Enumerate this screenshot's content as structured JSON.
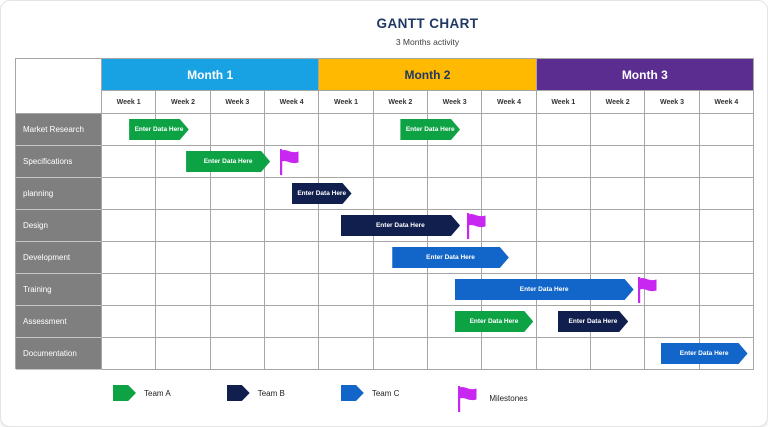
{
  "page": {
    "title": "GANTT CHART",
    "subtitle": "3 Months activity"
  },
  "colors": {
    "month1": "#18A2E3",
    "month2": "#FFB900",
    "month3": "#5C2D91",
    "milestone": "#C827F2",
    "row_label_bg": "#7F7F7F",
    "grid_line": "#A6A6A6",
    "title_text": "#1F3864",
    "team_colors": {
      "Team A": "#0DA345",
      "Team B": "#101F4E",
      "Team C": "#1266C9"
    }
  },
  "months": [
    {
      "label": "Month 1",
      "color_key": "month1",
      "text_color": "#FFFFFF"
    },
    {
      "label": "Month 2",
      "color_key": "month2",
      "text_color": "#1F3864"
    },
    {
      "label": "Month 3",
      "color_key": "month3",
      "text_color": "#FFFFFF"
    }
  ],
  "weeks_per_month": [
    "Week 1",
    "Week 2",
    "Week 3",
    "Week 4"
  ],
  "chart_data": {
    "type": "gantt",
    "time_axis": {
      "months": 3,
      "weeks_per_month": 4,
      "total_weeks": 12
    },
    "tasks": [
      "Market Research",
      "Specifications",
      "planning",
      "Design",
      "Development",
      "Training",
      "Assessment",
      "Documentation"
    ],
    "bars": [
      {
        "task": "Market Research",
        "team": "Team A",
        "label": "Enter Data Here",
        "start_week": 0.5,
        "end_week": 1.6
      },
      {
        "task": "Market Research",
        "team": "Team A",
        "label": "Enter Data Here",
        "start_week": 5.5,
        "end_week": 6.6
      },
      {
        "task": "Specifications",
        "team": "Team A",
        "label": "Enter Data Here",
        "start_week": 1.55,
        "end_week": 3.1
      },
      {
        "task": "planning",
        "team": "Team B",
        "label": "Enter Data Here",
        "start_week": 3.5,
        "end_week": 4.6
      },
      {
        "task": "Design",
        "team": "Team B",
        "label": "Enter Data Here",
        "start_week": 4.4,
        "end_week": 6.6
      },
      {
        "task": "Development",
        "team": "Team C",
        "label": "Enter Data Here",
        "start_week": 5.35,
        "end_week": 7.5
      },
      {
        "task": "Training",
        "team": "Team C",
        "label": "Enter Data Here",
        "start_week": 6.5,
        "end_week": 9.8
      },
      {
        "task": "Assessment",
        "team": "Team A",
        "label": "Enter Data Here",
        "start_week": 6.5,
        "end_week": 7.95
      },
      {
        "task": "Assessment",
        "team": "Team B",
        "label": "Enter Data Here",
        "start_week": 8.4,
        "end_week": 9.7
      },
      {
        "task": "Documentation",
        "team": "Team C",
        "label": "Enter Data Here",
        "start_week": 10.3,
        "end_week": 11.9
      }
    ],
    "milestones": [
      {
        "task": "Specifications",
        "week": 3.28
      },
      {
        "task": "Design",
        "week": 6.72
      },
      {
        "task": "Training",
        "week": 9.88
      }
    ]
  },
  "legend": [
    {
      "label": "Team A",
      "marker": "bar",
      "team": "Team A"
    },
    {
      "label": "Team B",
      "marker": "bar",
      "team": "Team B"
    },
    {
      "label": "Team C",
      "marker": "bar",
      "team": "Team C"
    },
    {
      "label": "Milestones",
      "marker": "flag"
    }
  ]
}
